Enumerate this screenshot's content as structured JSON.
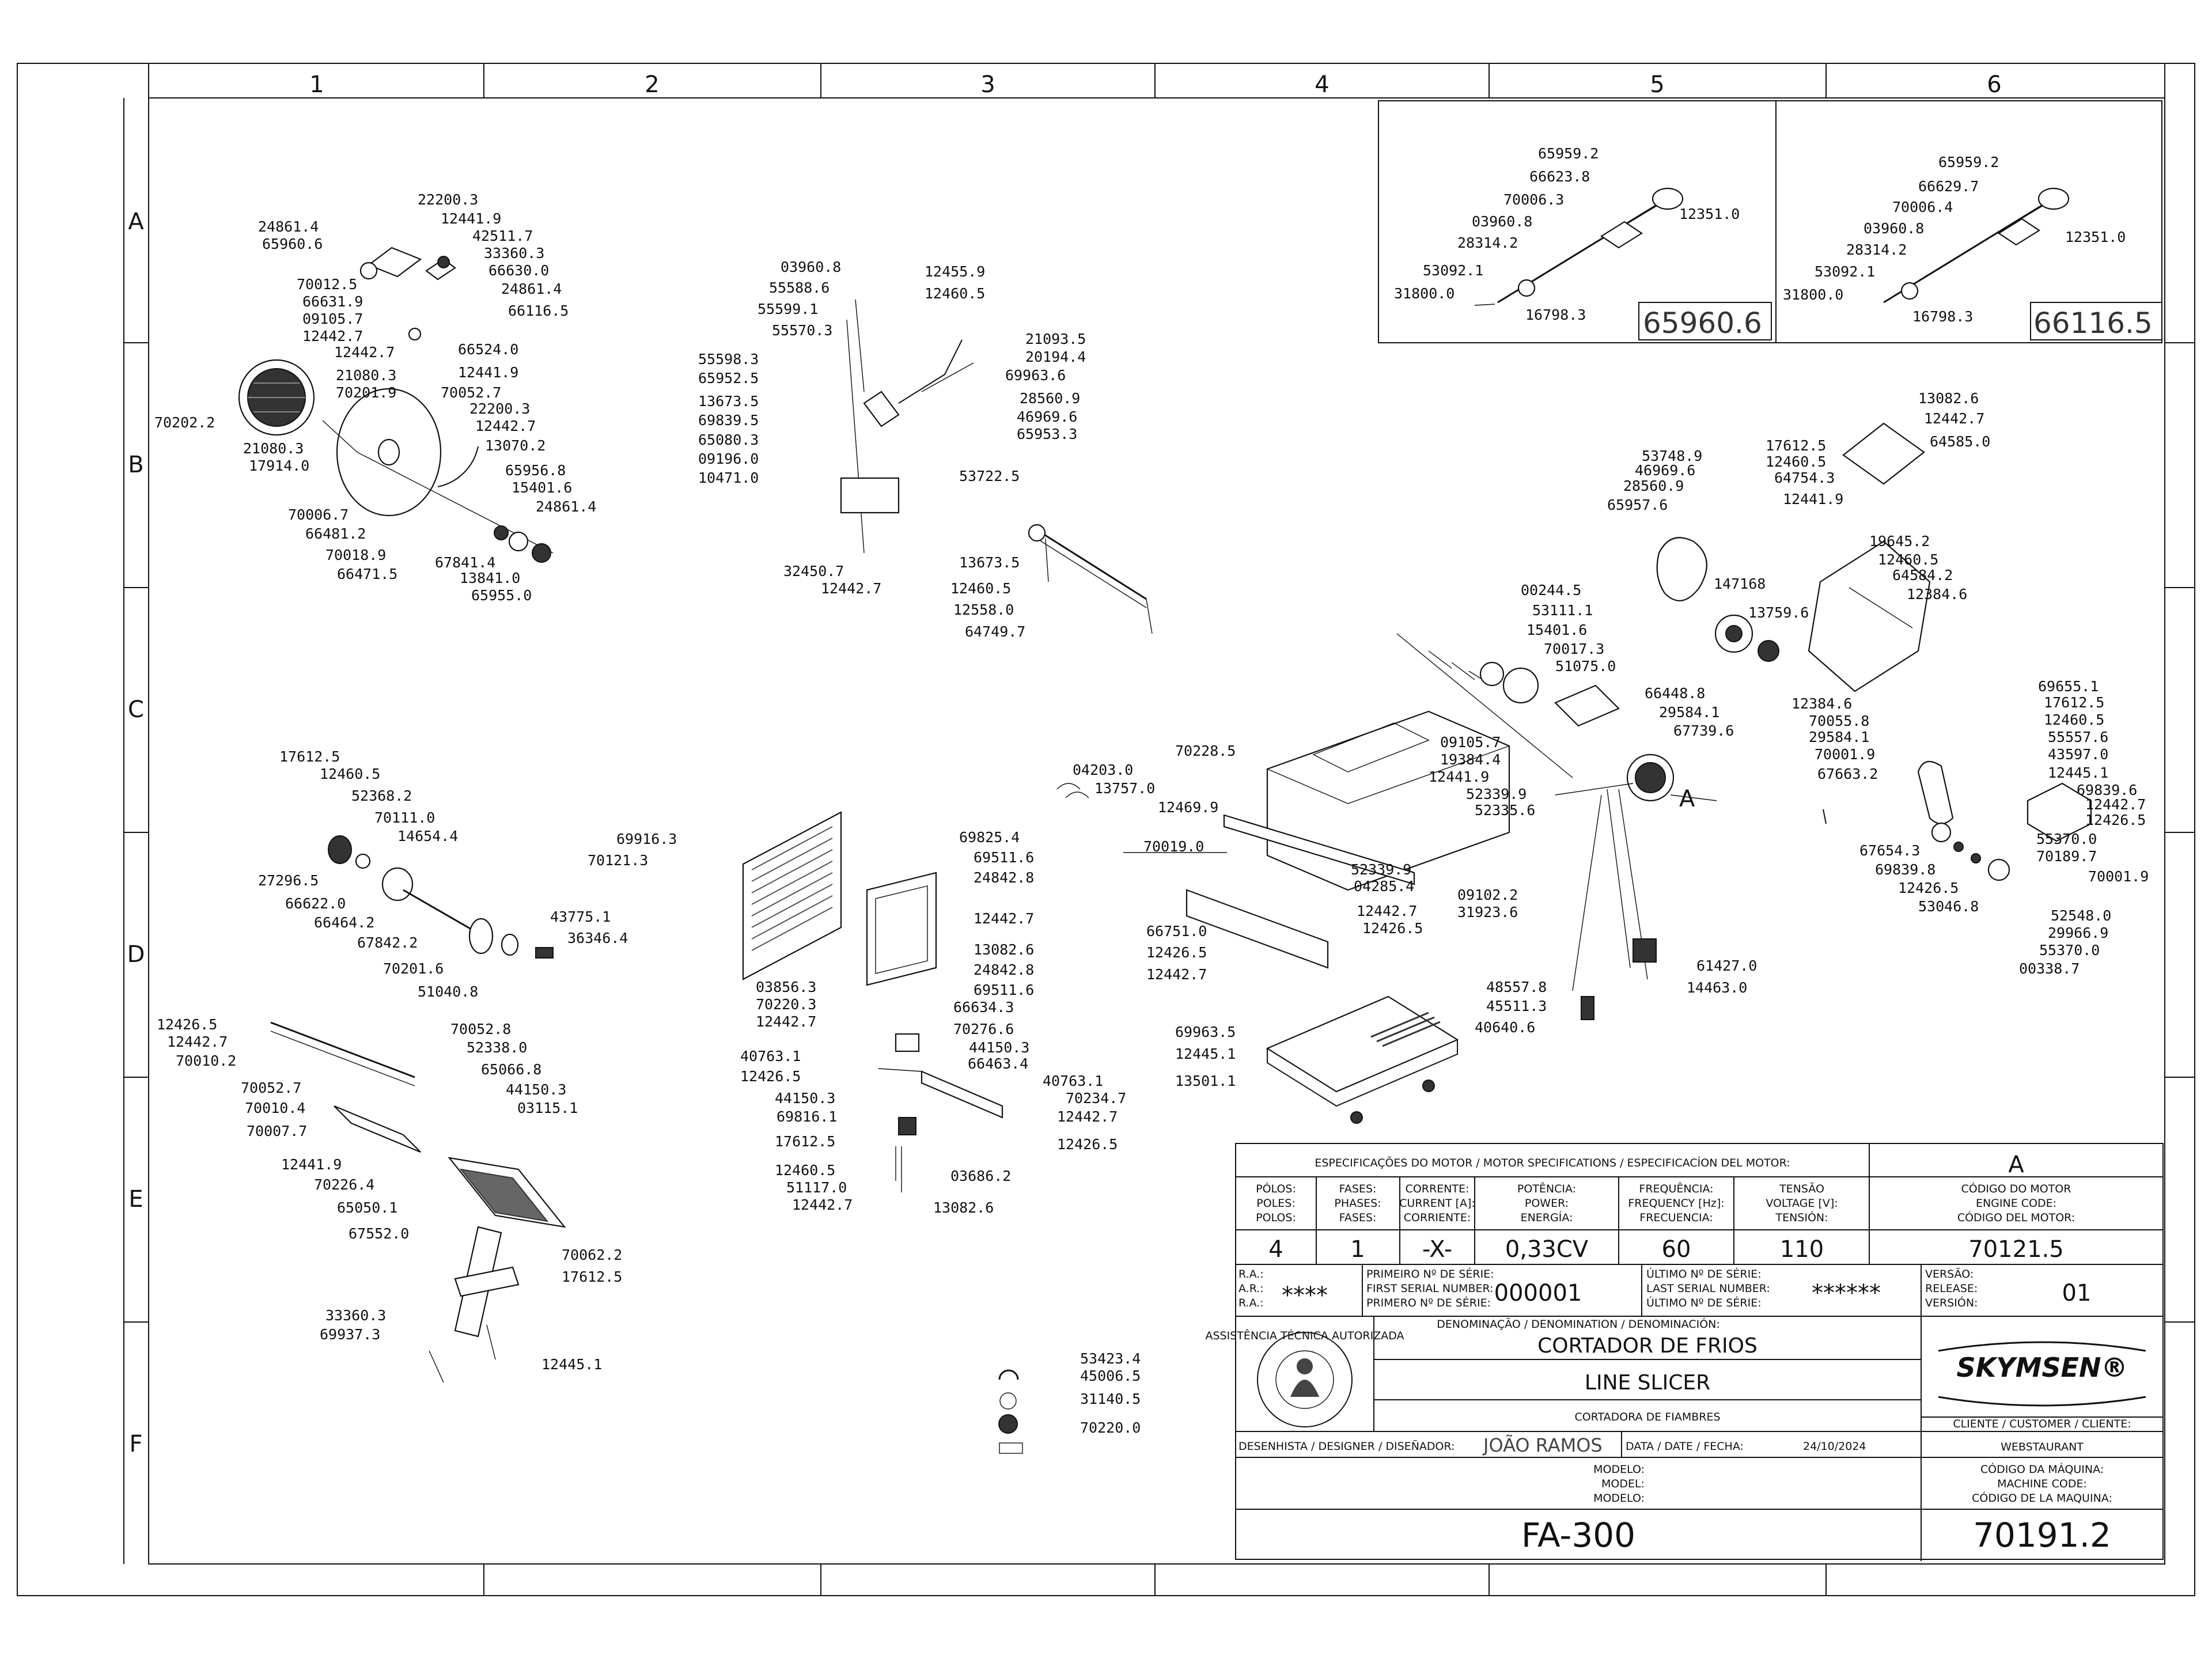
{
  "sheet": {
    "columns": [
      "1",
      "2",
      "3",
      "4",
      "5",
      "6"
    ],
    "rows": [
      "A",
      "B",
      "C",
      "D",
      "E",
      "F"
    ]
  },
  "insets": [
    {
      "code": "65960.6",
      "labels": [
        "65959.2",
        "66623.8",
        "70006.3",
        "03960.8",
        "28314.2",
        "53092.1",
        "31800.0",
        "16798.3",
        "12351.0"
      ]
    },
    {
      "code": "66116.5",
      "labels": [
        "65959.2",
        "66629.7",
        "70006.4",
        "03960.8",
        "28314.2",
        "53092.1",
        "31800.0",
        "16798.3",
        "12351.0"
      ]
    }
  ],
  "callouts": {
    "carriage": [
      "22200.3",
      "12441.9",
      "24861.4",
      "65960.6",
      "42511.7",
      "33360.3",
      "66630.0",
      "24861.4",
      "66116.5",
      "70012.5",
      "66631.9",
      "09105.7",
      "12442.7",
      "12442.7",
      "66524.0",
      "12441.9",
      "70202.2",
      "21080.3",
      "70201.9",
      "70052.7",
      "22200.3",
      "12442.7",
      "13070.2",
      "21080.3",
      "17914.0",
      "65956.8",
      "15401.6",
      "24861.4",
      "70006.7",
      "66481.2",
      "70018.9",
      "66471.5",
      "67841.4",
      "13841.0",
      "65955.0"
    ],
    "sharpener": [
      "03960.8",
      "55588.6",
      "55599.1",
      "55570.3",
      "12455.9",
      "12460.5",
      "21093.5",
      "20194.4",
      "69963.6",
      "28560.9",
      "46969.6",
      "65953.3",
      "55598.3",
      "65952.5",
      "13673.5",
      "69839.5",
      "65080.3",
      "09196.0",
      "10471.0",
      "53722.5",
      "13673.5",
      "12460.5",
      "12558.0",
      "64749.7",
      "32450.7",
      "12442.7"
    ],
    "motor_drive": [
      "13082.6",
      "12442.7",
      "64585.0",
      "53748.9",
      "46969.6",
      "28560.9",
      "65957.6",
      "17612.5",
      "12460.5",
      "64754.3",
      "12441.9",
      "147168",
      "19645.2",
      "12460.5",
      "64584.2",
      "12384.6",
      "00244.5",
      "53111.1",
      "15401.6",
      "70017.3",
      "51075.0",
      "13759.6",
      "66448.8",
      "29584.1",
      "67739.6",
      "12384.6",
      "70055.8",
      "29584.1",
      "70001.9",
      "67663.2",
      "69655.1",
      "17612.5",
      "12460.5",
      "55557.6",
      "43597.0",
      "12445.1",
      "69839.6",
      "12442.7",
      "12426.5",
      "55370.0",
      "70189.7",
      "70001.9",
      "52548.0",
      "29966.9",
      "55370.0",
      "00338.7",
      "67654.3",
      "69839.8",
      "12426.5",
      "53046.8"
    ],
    "housing": [
      "70228.5",
      "09105.7",
      "19384.4",
      "12441.9",
      "52339.9",
      "52335.6",
      "04203.0",
      "13757.0",
      "12469.9",
      "70019.0",
      "52339.9",
      "04285.4",
      "12442.7",
      "12426.5",
      "09102.2",
      "31923.6",
      "66751.0",
      "12426.5",
      "12442.7",
      "61427.0",
      "14463.0",
      "48557.8",
      "45511.3",
      "40640.6",
      "69963.5",
      "12445.1",
      "13501.1"
    ],
    "guard": [
      "69916.3",
      "70121.3",
      "69825.4",
      "69511.6",
      "24842.8",
      "12442.7",
      "13082.6",
      "24842.8",
      "69511.6",
      "03856.3",
      "70220.3",
      "66634.3",
      "12442.7",
      "70276.6",
      "40763.1",
      "12426.5",
      "44150.3",
      "44150.3",
      "66463.4",
      "40763.1",
      "70234.7",
      "69816.1",
      "12442.7",
      "12426.5",
      "17612.5",
      "12460.5",
      "51117.0",
      "12442.7",
      "03686.2",
      "13082.6"
    ],
    "thickness": [
      "17612.5",
      "12460.5",
      "52368.2",
      "70111.0",
      "14654.4",
      "27296.5",
      "66622.0",
      "66464.2",
      "67842.2",
      "43775.1",
      "36346.4",
      "70201.6",
      "51040.8"
    ],
    "pusher": [
      "12426.5",
      "12442.7",
      "70010.2",
      "70052.8",
      "52338.0",
      "65066.8",
      "44150.3",
      "03115.1",
      "70052.7",
      "70010.4",
      "70007.7",
      "12441.9",
      "70226.4",
      "65050.1",
      "67552.0",
      "70062.2",
      "17612.5",
      "33360.3",
      "69937.3",
      "12445.1"
    ],
    "decals": [
      "53423.4",
      "45006.5",
      "31140.5",
      "70220.0"
    ],
    "motor_tag": "A"
  },
  "title_block": {
    "motor_header": "ESPECIFICAÇÕES DO MOTOR / MOTOR SPECIFICATIONS / ESPECIFICACÍON DEL MOTOR:",
    "motor_code_letter": "A",
    "spec_headers": {
      "poles": [
        "PÓLOS:",
        "POLES:",
        "POLOS:"
      ],
      "phases": [
        "FASES:",
        "PHASES:",
        "FASES:"
      ],
      "current": [
        "CORRENTE:",
        "CURRENT [A]:",
        "CORRIENTE:"
      ],
      "power": [
        "POTÊNCIA:",
        "POWER:",
        "ENERGÍA:"
      ],
      "frequency": [
        "FREQUÊNCIA:",
        "FREQUENCY [Hz]:",
        "FRECUENCIA:"
      ],
      "voltage": [
        "TENSÃO",
        "VOLTAGE [V]:",
        "TENSIÓN:"
      ],
      "engine_code": [
        "CÓDIGO DO MOTOR",
        "ENGINE CODE:",
        "CÓDIGO DEL MOTOR:"
      ]
    },
    "spec_values": {
      "poles": "4",
      "phases": "1",
      "current": "-X-",
      "power": "0,33CV",
      "frequency": "60",
      "voltage": "110",
      "engine_code": "70121.5"
    },
    "ra_labels": [
      "R.A.:",
      "A.R.:",
      "R.A.:"
    ],
    "ra_value": "****",
    "first_serial_labels": [
      "PRIMEIRO Nº DE SÉRIE:",
      "FIRST SERIAL NUMBER:",
      "PRIMERO Nº DE SÉRIE:"
    ],
    "first_serial": "000001",
    "last_serial_labels": [
      "ÚLTIMO Nº DE SÉRIE:",
      "LAST SERIAL NUMBER:",
      "ÚLTIMO Nº DE SÉRIE:"
    ],
    "last_serial": "******",
    "version_labels": [
      "VERSÃO:",
      "RELEASE:",
      "VERSIÓN:"
    ],
    "version": "01",
    "denomination_header": "DENOMINAÇÃO / DENOMINATION / DENOMINACIÓN:",
    "name_pt": "CORTADOR DE FRIOS",
    "name_en": "LINE SLICER",
    "name_es": "CORTADORA DE FIAMBRES",
    "stamp_text": "ASSISTÊNCIA TÉCNICA AUTORIZADA",
    "brand": "SKYMSEN®",
    "client_label": "CLIENTE / CUSTOMER / CLIENTE:",
    "client": "WEBSTAURANT",
    "designer_label": "DESENHISTA / DESIGNER / DISEÑADOR:",
    "designer": "JOÃO RAMOS",
    "date_label": "DATA / DATE / FECHA:",
    "date": "24/10/2024",
    "machine_code_labels": [
      "CÓDIGO DA MÁQUINA:",
      "MACHINE CODE:",
      "CÓDIGO DE LA MAQUINA:"
    ],
    "model_labels": [
      "MODELO:",
      "MODEL:",
      "MODELO:"
    ],
    "model": "FA-300",
    "machine_code": "70191.2"
  }
}
